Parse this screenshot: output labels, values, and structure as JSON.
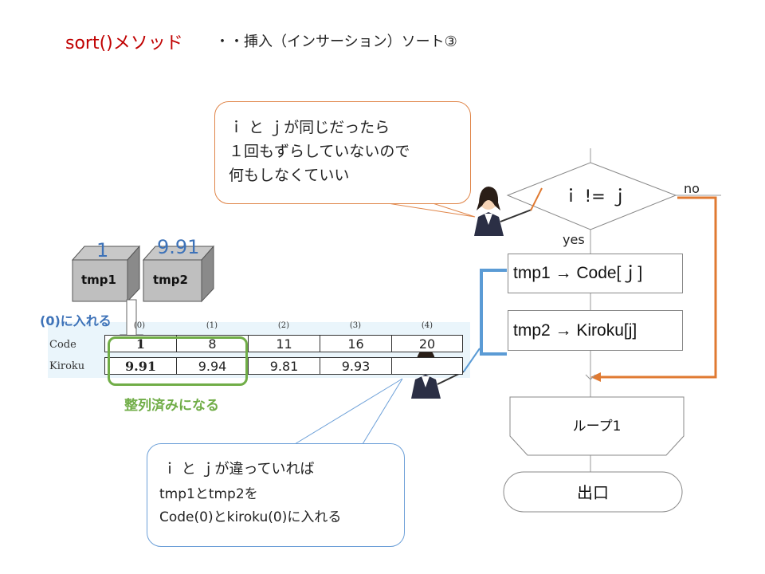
{
  "title": {
    "main": "sort()メソッド",
    "sub": "・・挿入（インサーション）ソート③"
  },
  "bubble_top": {
    "lines": [
      "ｉ と ｊが同じだったら",
      "１回もずらしていないので",
      "何もしなくていい"
    ]
  },
  "bubble_bottom": {
    "lines": [
      "ｉ と ｊが違っていれば",
      "tmp1とtmp2を",
      "Code(0)とkiroku(0)に入れる"
    ]
  },
  "cubes": [
    {
      "label": "tmp1",
      "value": "1"
    },
    {
      "label": "tmp2",
      "value": "9.91"
    }
  ],
  "insert_label": "(0)に入れる",
  "result_label": "整列済みになる",
  "array": {
    "indices": [
      "(0)",
      "(1)",
      "(2)",
      "(3)",
      "(4)"
    ],
    "code_label": "Code",
    "kiroku_label": "Kiroku",
    "code": [
      "1",
      "8",
      "11",
      "16",
      "20"
    ],
    "kiroku": [
      "9.91",
      "9.94",
      "9.81",
      "9.93",
      ""
    ]
  },
  "flow": {
    "decision": "ｉ != ｊ",
    "yes": "yes",
    "no": "no",
    "step1": "tmp1 → Code[ｊ]",
    "step2": "tmp2 → Kiroku[j]",
    "loop": "ループ1",
    "exit": "出口"
  },
  "colors": {
    "title": "#c00000",
    "orange": "#e07a32",
    "blue": "#5b9bd5",
    "green": "#70ad47",
    "cube_value": "#3d72b8"
  }
}
